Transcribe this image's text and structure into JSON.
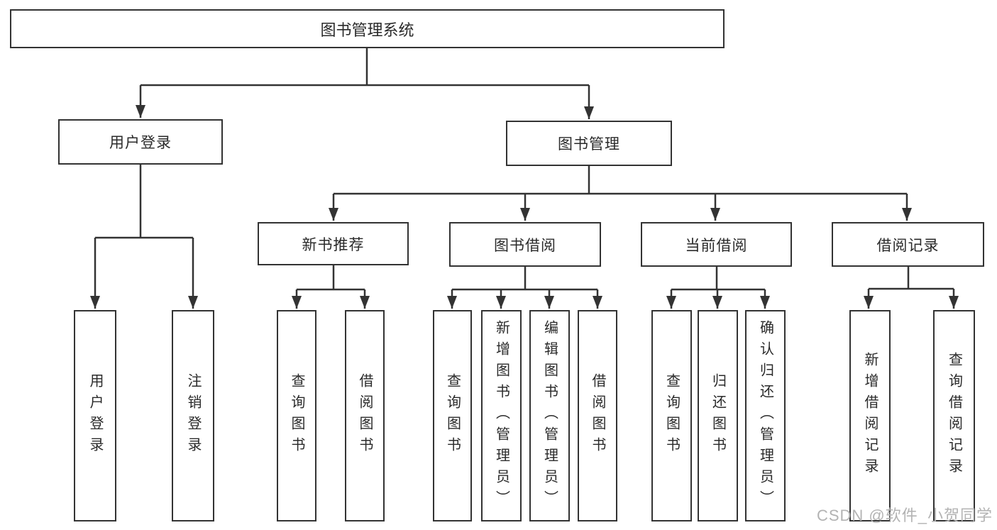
{
  "diagram": {
    "root": {
      "label": "图书管理系统"
    },
    "level2": [
      {
        "label": "用户登录"
      },
      {
        "label": "图书管理"
      }
    ],
    "level3": [
      {
        "label": "新书推荐"
      },
      {
        "label": "图书借阅"
      },
      {
        "label": "当前借阅"
      },
      {
        "label": "借阅记录"
      }
    ],
    "leaves": [
      {
        "parent": "用户登录",
        "label": "用户登录"
      },
      {
        "parent": "用户登录",
        "label": "注销登录"
      },
      {
        "parent": "新书推荐",
        "label": "查询图书"
      },
      {
        "parent": "新书推荐",
        "label": "借阅图书"
      },
      {
        "parent": "图书借阅",
        "label": "查询图书"
      },
      {
        "parent": "图书借阅",
        "label": "新增图书（管理员）"
      },
      {
        "parent": "图书借阅",
        "label": "编辑图书（管理员）"
      },
      {
        "parent": "图书借阅",
        "label": "借阅图书"
      },
      {
        "parent": "当前借阅",
        "label": "查询图书"
      },
      {
        "parent": "当前借阅",
        "label": "归还图书"
      },
      {
        "parent": "当前借阅",
        "label": "确认归还（管理员）"
      },
      {
        "parent": "借阅记录",
        "label": "新增借阅记录"
      },
      {
        "parent": "借阅记录",
        "label": "查询借阅记录"
      }
    ]
  },
  "watermark": {
    "text": "CSDN @软件_小贺同学"
  },
  "colors": {
    "line": "#333333",
    "box_border": "#333333",
    "text": "#2a2a2a",
    "watermark": "#b3b3b3",
    "background": "#ffffff"
  }
}
